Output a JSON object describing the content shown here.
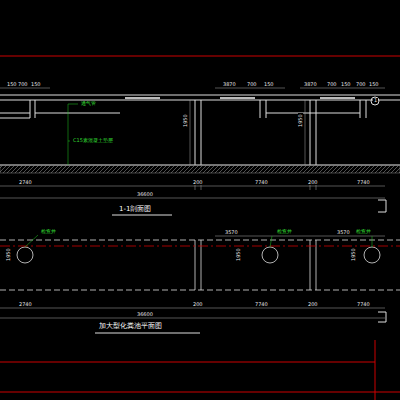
{
  "diagram": {
    "labels": [
      "150",
      "700",
      "150",
      "3870",
      "700",
      "150",
      "3870",
      "700",
      "150",
      "700",
      "150",
      "1950",
      "1950",
      "2740",
      "200",
      "7740",
      "200",
      "7740",
      "36600",
      "1-1剖面图",
      "3570",
      "3570",
      "1950",
      "1950",
      "1950",
      "2740",
      "200",
      "7740",
      "200",
      "7740",
      "36600",
      "加大型化粪池平面图",
      "检查井",
      "检查井",
      "检查井",
      "C15素混凝土垫层",
      "通气管",
      "1"
    ]
  }
}
